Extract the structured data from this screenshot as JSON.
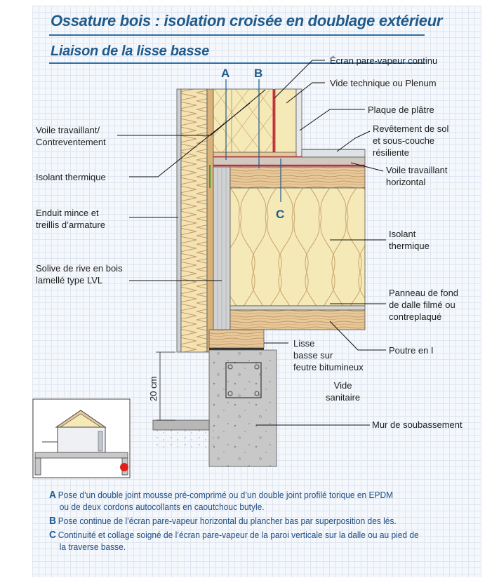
{
  "titles": {
    "main": "Ossature bois : isolation croisée en doublage extérieur",
    "sub": "Liaison de la lisse basse"
  },
  "markers": {
    "a": "A",
    "b": "B",
    "c": "C"
  },
  "labels_left": {
    "voile_travaillant": "Voile travaillant/\nContreventement",
    "isolant": "Isolant thermique",
    "enduit": "Enduit mince et\ntreillis d’armature",
    "solive": "Solive de rive en bois\nlamellé type LVL"
  },
  "labels_right": {
    "ecran": "Écran pare-vapeur continu",
    "vide_technique": "Vide technique ou Plenum",
    "plaque": "Plaque de plâtre",
    "revetement": "Revêtement de sol\net sous-couche\nrésiliente",
    "voile_horizontal": "Voile travaillant\nhorizontal",
    "isolant": "Isolant\nthermique",
    "panneau": "Panneau de fond\nde dalle filmé ou\ncontreplaqué",
    "poutre": "Poutre en I",
    "mur": "Mur de soubassement"
  },
  "labels_center": {
    "lisse": "Lisse\nbasse sur\nfeutre bitumineux",
    "vide_sanitaire": "Vide\nsanitaire"
  },
  "dimension": "20 cm",
  "notes": [
    {
      "letter": "A",
      "line1": "Pose d’un double joint mousse pré-comprimé ou d’un double joint profilé torique en EPDM",
      "line2": "ou de deux cordons autocollants en caoutchouc butyle."
    },
    {
      "letter": "B",
      "line1": "Pose continue de l’écran pare-vapeur horizontal du plancher bas par superposition des lés.",
      "line2": ""
    },
    {
      "letter": "C",
      "line1": "Continuité et collage soigné de l’écran pare-vapeur de la paroi verticale sur la dalle ou au pied de",
      "line2": "la traverse basse."
    }
  ],
  "colors": {
    "accent": "#1f5b8c",
    "vapour_barrier": "#d7262e",
    "wood": "#e6c89a",
    "insulation": "#f6e9b8",
    "concrete": "#c8c8c8",
    "marker_dot": "#e0201c"
  }
}
